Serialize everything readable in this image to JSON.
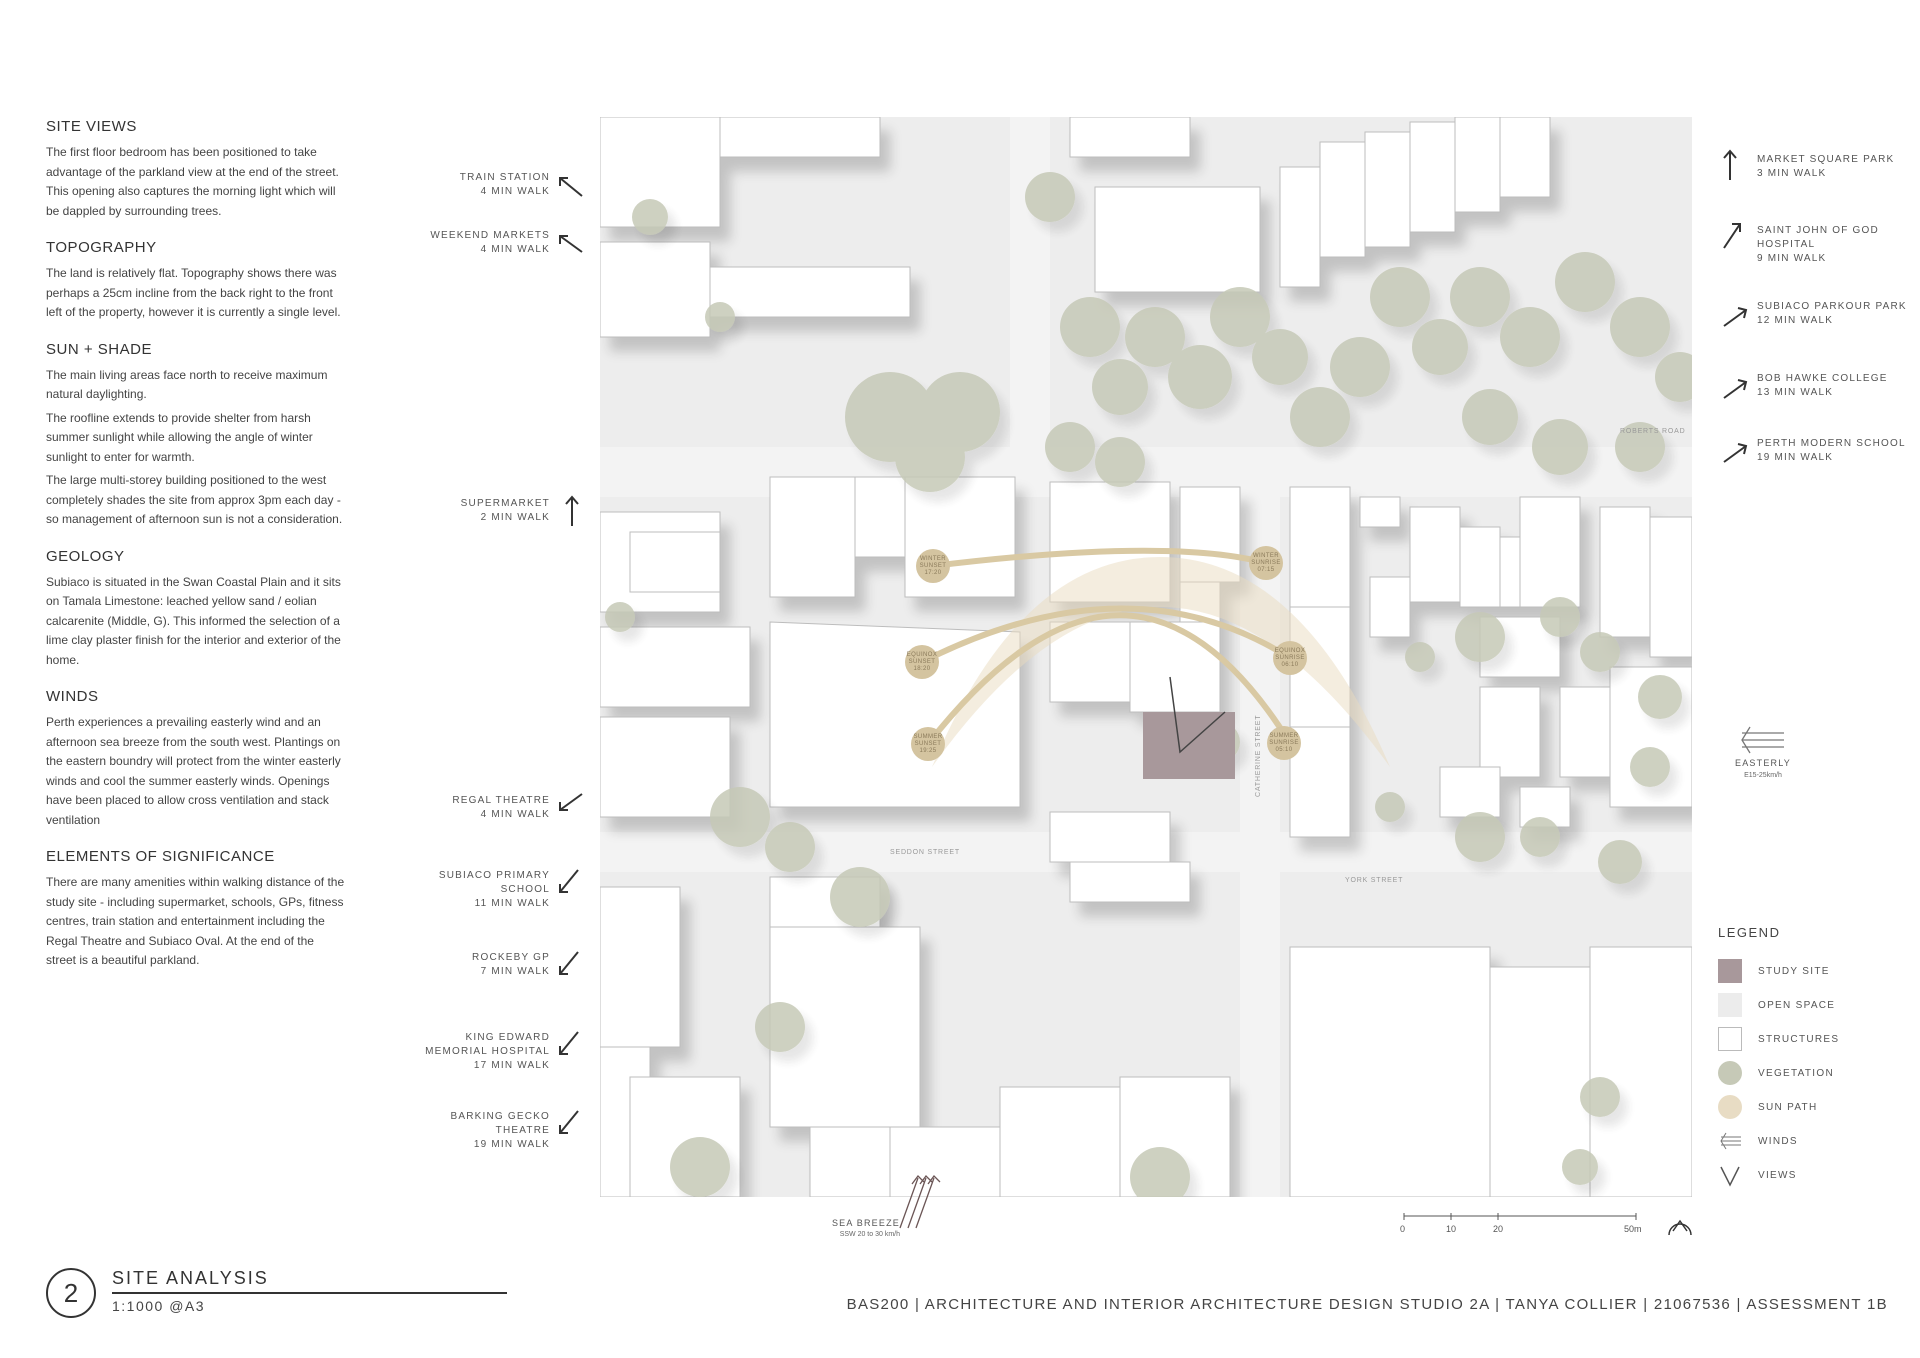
{
  "sections": [
    {
      "title": "SITE VIEWS",
      "paragraphs": [
        "The first floor bedroom has been positioned to take advantage of the parkland view at the end of the street. This opening also captures the morning light which will be dappled by surrounding trees."
      ]
    },
    {
      "title": "TOPOGRAPHY",
      "paragraphs": [
        "The land is relatively flat. Topography shows there was perhaps a 25cm incline from the back right to the front left of the property, however it is currently a single level."
      ]
    },
    {
      "title": "SUN + SHADE",
      "paragraphs": [
        "The main living areas face north to receive maximum natural daylighting.",
        "The roofline extends to provide shelter from harsh summer sunlight while allowing the angle of winter sunlight to enter for warmth.",
        "The large multi-storey building positioned to the west completely shades the site from approx 3pm each day - so management of afternoon sun is not a consideration."
      ]
    },
    {
      "title": "GEOLOGY",
      "paragraphs": [
        "Subiaco is situated in the Swan Coastal Plain and it sits on Tamala Limestone: leached yellow sand / eolian calcarenite (Middle, G). This informed the selection of a lime clay plaster finish for the interior and exterior of the home."
      ]
    },
    {
      "title": "WINDS",
      "paragraphs": [
        "Perth experiences a prevailing easterly wind and an afternoon sea breeze from the south west. Plantings on the eastern boundry will protect from the winter easterly winds and cool the summer easterly winds. Openings have been placed to allow cross ventilation and stack ventilation"
      ]
    },
    {
      "title": "ELEMENTS OF SIGNIFICANCE",
      "paragraphs": [
        "There are many amenities within walking distance of the study site - including supermarket, schools, GPs, fitness centres, train station and entertainment including the Regal Theatre and Subiaco Oval. At the end of the street is a beautiful parkland."
      ]
    }
  ],
  "amenities_left": [
    {
      "name": "TRAIN STATION",
      "time": "4 MIN WALK"
    },
    {
      "name": "WEEKEND MARKETS",
      "time": "4 MIN WALK"
    },
    {
      "name": "SUPERMARKET",
      "time": "2 MIN WALK"
    },
    {
      "name": "REGAL THEATRE",
      "time": "4 MIN WALK"
    },
    {
      "name": "SUBIACO PRIMARY",
      "name2": "SCHOOL",
      "time": "11 MIN WALK"
    },
    {
      "name": "ROCKEBY GP",
      "time": "7 MIN WALK"
    },
    {
      "name": "KING EDWARD",
      "name2": "MEMORIAL HOSPITAL",
      "time": "17 MIN WALK"
    },
    {
      "name": "BARKING GECKO",
      "name2": "THEATRE",
      "time": "19 MIN WALK"
    }
  ],
  "amenities_right": [
    {
      "name": "MARKET SQUARE PARK",
      "time": "3 MIN WALK"
    },
    {
      "name": "SAINT JOHN OF GOD",
      "name2": "HOSPITAL",
      "time": "9 MIN WALK"
    },
    {
      "name": "SUBIACO PARKOUR PARK",
      "time": "12 MIN WALK"
    },
    {
      "name": "BOB HAWKE COLLEGE",
      "time": "13 MIN WALK"
    },
    {
      "name": "PERTH MODERN SCHOOL",
      "time": "19 MIN WALK"
    }
  ],
  "streets": {
    "roberts": "ROBERTS ROAD",
    "seddon": "SEDDON STREET",
    "york": "YORK STREET",
    "catherine": "CATHERINE STREET"
  },
  "sun_points": {
    "winter_sunset": [
      "WINTER",
      "SUNSET",
      "17:20"
    ],
    "winter_sunrise": [
      "WINTER",
      "SUNRISE",
      "07:15"
    ],
    "equinox_sunset": [
      "EQUINOX",
      "SUNSET",
      "18:20"
    ],
    "equinox_sunrise": [
      "EQUINOX",
      "SUNRISE",
      "06:10"
    ],
    "summer_sunset": [
      "SUMMER",
      "SUNSET",
      "19:25"
    ],
    "summer_sunrise": [
      "SUMMER",
      "SUNRISE",
      "05:10"
    ]
  },
  "winds": {
    "easterly_label": "EASTERLY",
    "easterly_speed": "E15-25km/h",
    "seabreeze_label": "SEA BREEZE",
    "seabreeze_speed": "SSW 20 to 30 km/h"
  },
  "legend": {
    "title": "LEGEND",
    "items": [
      {
        "label": "STUDY SITE",
        "color": "#a8989b",
        "kind": "swatch"
      },
      {
        "label": "OPEN SPACE",
        "color": "#ececec",
        "kind": "swatch"
      },
      {
        "label": "STRUCTURES",
        "color": "#ffffff",
        "kind": "outline"
      },
      {
        "label": "VEGETATION",
        "color": "#c6c9b7",
        "kind": "circle"
      },
      {
        "label": "SUN PATH",
        "color": "#e8dcc4",
        "kind": "circle"
      },
      {
        "label": "WINDS",
        "color": "#777777",
        "kind": "wind-icon"
      },
      {
        "label": "VIEWS",
        "color": "#555555",
        "kind": "view-icon"
      }
    ]
  },
  "scale": {
    "ticks": [
      "0",
      "10",
      "20",
      "50m"
    ]
  },
  "footer": {
    "number": "2",
    "title": "SITE ANALYSIS",
    "scale": "1:1000 @A3",
    "right": "BAS200  |  ARCHITECTURE AND INTERIOR ARCHITECTURE DESIGN STUDIO 2A  |  TANYA COLLIER  |  21067536  |  ASSESSMENT 1B"
  }
}
